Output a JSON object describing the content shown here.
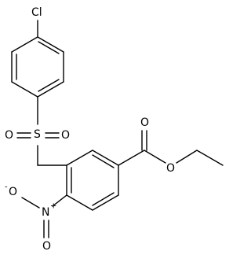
{
  "diagram": {
    "type": "chemical-structure",
    "atoms": {
      "cl": "Cl",
      "s": "S",
      "o_sulfonyl_left": "O",
      "o_sulfonyl_right": "O",
      "o_carbonyl": "O",
      "o_ester": "O",
      "n_nitro": "N",
      "n_charge": "+",
      "o_nitro_minus": "O",
      "o_minus_charge": "-",
      "o_nitro_double": "O"
    },
    "colors": {
      "bond": "#000000",
      "label": "#000000",
      "background": "#ffffff"
    }
  }
}
